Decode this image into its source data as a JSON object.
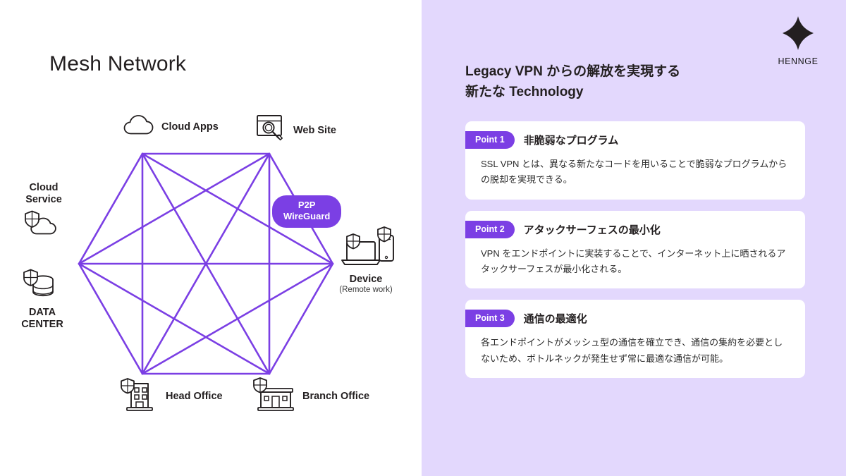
{
  "left": {
    "title": "Mesh Network",
    "diagram": {
      "badge": {
        "line1": "P2P",
        "line2": "WireGuard"
      },
      "nodes": [
        {
          "id": "cloud-apps",
          "label": "Cloud Apps",
          "sub": "",
          "icon": "cloud-icon"
        },
        {
          "id": "web-site",
          "label": "Web Site",
          "sub": "",
          "icon": "browser-search-icon"
        },
        {
          "id": "cloud-service",
          "label": "Cloud",
          "label2": "Service",
          "sub": "",
          "icon": "shield-cloud-icon"
        },
        {
          "id": "data-center",
          "label": "DATA",
          "label2": "CENTER",
          "sub": "",
          "icon": "shield-database-icon"
        },
        {
          "id": "device",
          "label": "Device",
          "sub": "(Remote work)",
          "icon": "shield-laptop-phone-icon"
        },
        {
          "id": "head-office",
          "label": "Head Office",
          "sub": "",
          "icon": "shield-office-building-icon"
        },
        {
          "id": "branch-office",
          "label": "Branch Office",
          "sub": "",
          "icon": "shield-storefront-icon"
        }
      ]
    }
  },
  "right": {
    "logo": {
      "text": "HENNGE",
      "mark": "hennge-star-icon"
    },
    "heading": "Legacy VPN からの解放を実現する\n新たな Technology",
    "heading_line1": "Legacy VPN からの解放を実現する",
    "heading_line2": "新たな Technology",
    "cards": [
      {
        "badge": "Point 1",
        "title": "非脆弱なプログラム",
        "body": "SSL VPN とは、異なる新たなコードを用いることで脆弱なプログラムからの脱却を実現できる。"
      },
      {
        "badge": "Point 2",
        "title": "アタックサーフェスの最小化",
        "body": "VPN をエンドポイントに実装することで、インターネット上に晒されるアタックサーフェスが最小化される。"
      },
      {
        "badge": "Point 3",
        "title": "通信の最適化",
        "body": "各エンドポイントがメッシュ型の通信を確立でき、通信の集約を必要としないため、ボトルネックが発生せず常に最適な通信が可能。"
      }
    ]
  },
  "colors": {
    "accent_purple": "#7b3fe4",
    "panel_lavender": "#e3d8fd",
    "card_white": "#ffffff",
    "ink": "#231f20",
    "mesh_line": "#7b3fe4"
  }
}
